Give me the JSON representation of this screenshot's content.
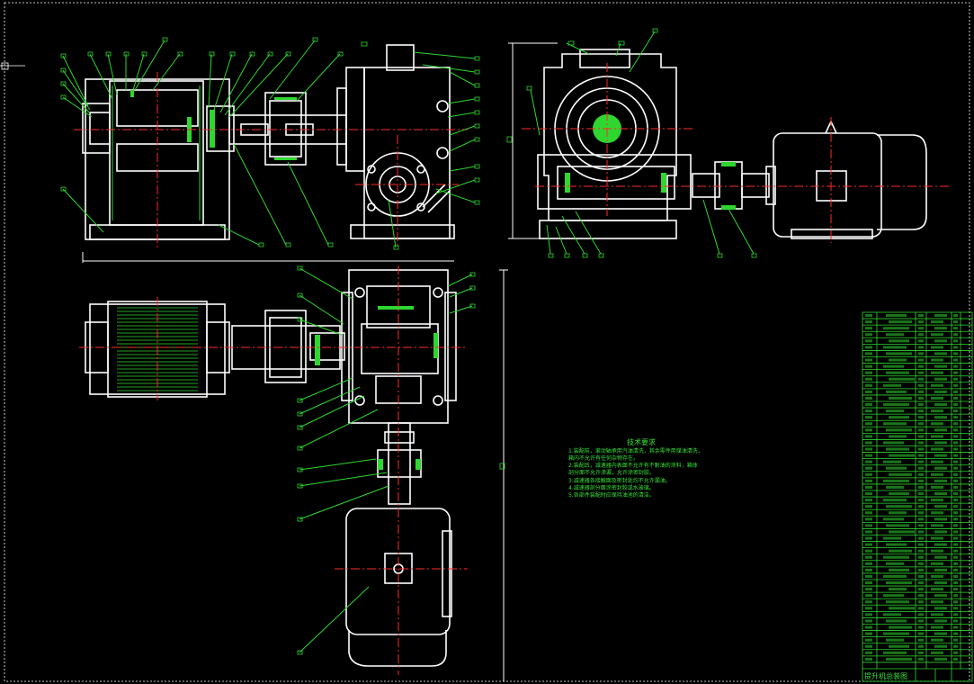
{
  "drawing": {
    "title_block_name": "提升机总装图",
    "technical_requirements": {
      "heading": "技术要求",
      "lines": [
        "1.装配前，滚动轴承用汽油清洗，其余零件用煤油清洗，",
        "箱内不允许有任何杂物存在。",
        "2.装配后，减速器内表面不允许有不耐油的涂料，箱体",
        "剖分面不允许渗漏，允许涂密封胶。",
        "3.减速器各接触面及密封处均不允许漏油。",
        "4.减速器剖分面涂密封胶或水玻璃。",
        "5.各部件装配时应保持油池的清洁。"
      ]
    },
    "colors": {
      "background": "#000000",
      "outline": "#ffffff",
      "leader": "#2fd62f",
      "centerline": "#ff2a2a"
    }
  }
}
